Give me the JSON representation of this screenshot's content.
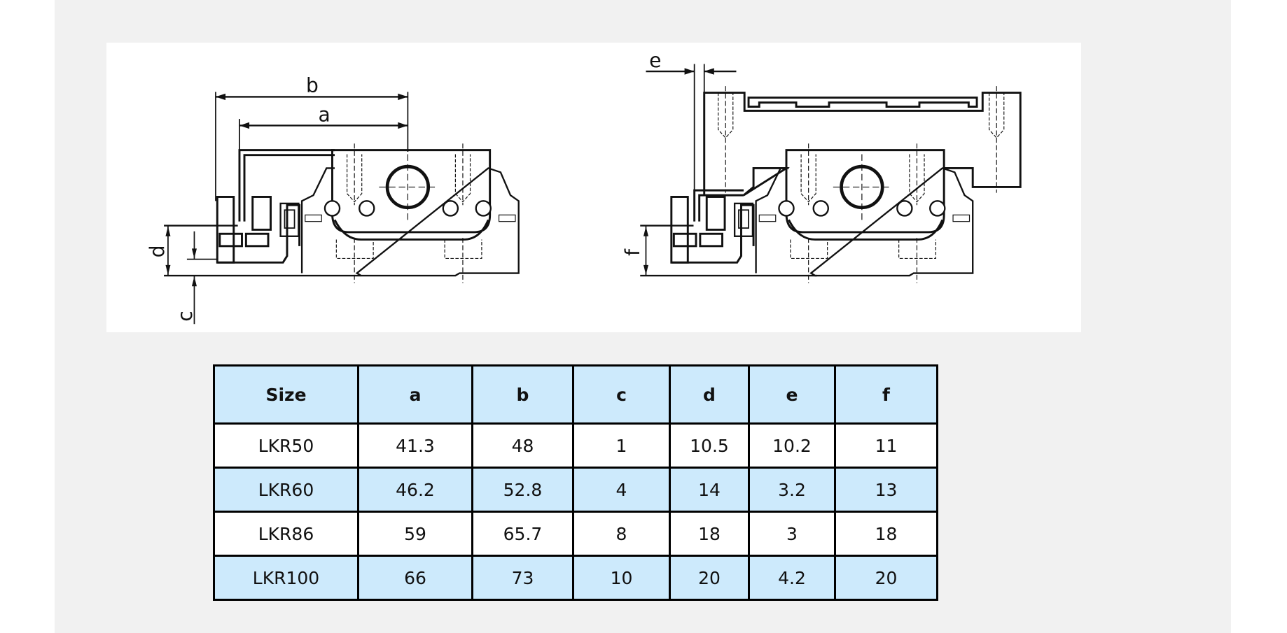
{
  "drawing": {
    "left_view_labels": {
      "b": "b",
      "a": "a",
      "d": "d",
      "c": "c"
    },
    "right_view_labels": {
      "e": "e",
      "f": "f"
    }
  },
  "table": {
    "headers": [
      "Size",
      "a",
      "b",
      "c",
      "d",
      "e",
      "f"
    ],
    "rows": [
      [
        "LKR50",
        "41.3",
        "48",
        "1",
        "10.5",
        "10.2",
        "11"
      ],
      [
        "LKR60",
        "46.2",
        "52.8",
        "4",
        "14",
        "3.2",
        "13"
      ],
      [
        "LKR86",
        "59",
        "65.7",
        "8",
        "18",
        "3",
        "18"
      ],
      [
        "LKR100",
        "66",
        "73",
        "10",
        "20",
        "4.2",
        "20"
      ]
    ]
  },
  "colors": {
    "header_fill": "#cdeafc",
    "alt_row_fill": "#cdeafc",
    "background": "#f1f1f1"
  }
}
